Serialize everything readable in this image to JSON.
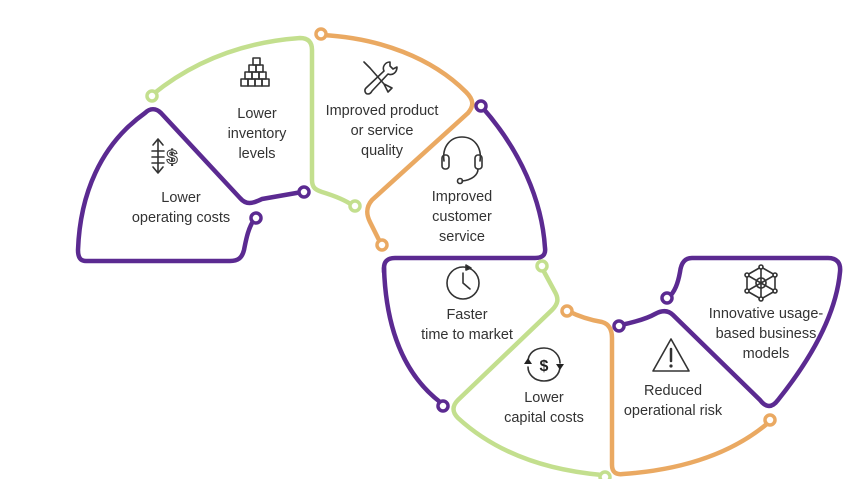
{
  "colors": {
    "purple": "#5b2a91",
    "green": "#c3df8e",
    "orange": "#eaa962",
    "text": "#333333"
  },
  "segments": [
    {
      "id": "lower-operating-costs",
      "color": "purple",
      "icon": "dollar-arrows-icon",
      "lines": [
        "Lower",
        "operating costs"
      ]
    },
    {
      "id": "lower-inventory-levels",
      "color": "green",
      "icon": "stacked-boxes-icon",
      "lines": [
        "Lower",
        "inventory",
        "levels"
      ]
    },
    {
      "id": "improved-product-quality",
      "color": "orange",
      "icon": "wrench-screwdriver-icon",
      "lines": [
        "Improved product",
        "or service",
        "quality"
      ]
    },
    {
      "id": "improved-customer-service",
      "color": "purple",
      "icon": "headset-icon",
      "lines": [
        "Improved",
        "customer",
        "service"
      ]
    },
    {
      "id": "faster-time-to-market",
      "color": "purple",
      "icon": "clock-icon",
      "lines": [
        "Faster",
        "time to market"
      ]
    },
    {
      "id": "lower-capital-costs",
      "color": "green",
      "icon": "dollar-cycle-icon",
      "lines": [
        "Lower",
        "capital costs"
      ]
    },
    {
      "id": "reduced-operational-risk",
      "color": "orange",
      "icon": "warning-triangle-icon",
      "lines": [
        "Reduced",
        "operational risk"
      ]
    },
    {
      "id": "innovative-business-models",
      "color": "purple",
      "icon": "network-cube-icon",
      "lines": [
        "Innovative usage-",
        "based business",
        "models"
      ]
    }
  ]
}
